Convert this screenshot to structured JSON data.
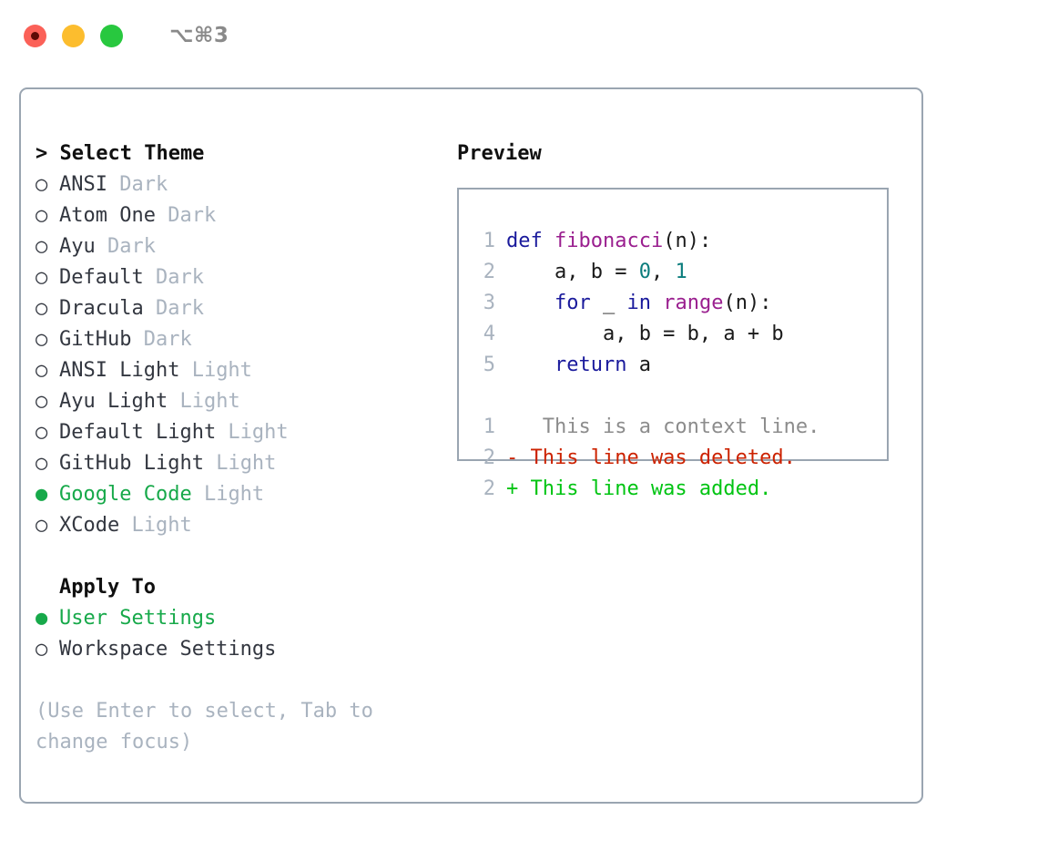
{
  "titlebar": {
    "shortcut": "⌥⌘3",
    "buttons": [
      {
        "name": "close",
        "color": "#fb6158"
      },
      {
        "name": "minimize",
        "color": "#fcbd2e"
      },
      {
        "name": "maximize",
        "color": "#28c83f"
      }
    ]
  },
  "theme_picker": {
    "header": "> Select Theme",
    "marker_empty": "○",
    "marker_filled": "●",
    "items": [
      {
        "name": "ANSI",
        "variant": "Dark",
        "selected": false
      },
      {
        "name": "Atom One",
        "variant": "Dark",
        "selected": false
      },
      {
        "name": "Ayu",
        "variant": "Dark",
        "selected": false
      },
      {
        "name": "Default",
        "variant": "Dark",
        "selected": false
      },
      {
        "name": "Dracula",
        "variant": "Dark",
        "selected": false
      },
      {
        "name": "GitHub",
        "variant": "Dark",
        "selected": false
      },
      {
        "name": "ANSI Light",
        "variant": "Light",
        "selected": false
      },
      {
        "name": "Ayu Light",
        "variant": "Light",
        "selected": false
      },
      {
        "name": "Default Light",
        "variant": "Light",
        "selected": false
      },
      {
        "name": "GitHub Light",
        "variant": "Light",
        "selected": false
      },
      {
        "name": "Google Code",
        "variant": "Light",
        "selected": true
      },
      {
        "name": "XCode",
        "variant": "Light",
        "selected": false
      }
    ]
  },
  "apply_to": {
    "header": "Apply To",
    "options": [
      {
        "name": "User Settings",
        "selected": true
      },
      {
        "name": "Workspace Settings",
        "selected": false
      }
    ]
  },
  "hint": "(Use Enter to select, Tab to change focus)",
  "preview": {
    "header": "Preview",
    "code_lines": [
      {
        "lineno": "1",
        "tokens": [
          {
            "t": "def",
            "c": "kw"
          },
          {
            "t": " ",
            "c": "plain"
          },
          {
            "t": "fibonacci",
            "c": "fn"
          },
          {
            "t": "(n):",
            "c": "punct"
          }
        ]
      },
      {
        "lineno": "2",
        "tokens": [
          {
            "t": "    a, b = ",
            "c": "plain"
          },
          {
            "t": "0",
            "c": "num"
          },
          {
            "t": ", ",
            "c": "plain"
          },
          {
            "t": "1",
            "c": "num"
          }
        ]
      },
      {
        "lineno": "3",
        "tokens": [
          {
            "t": "    ",
            "c": "plain"
          },
          {
            "t": "for",
            "c": "kw"
          },
          {
            "t": " _ ",
            "c": "plain"
          },
          {
            "t": "in",
            "c": "kw"
          },
          {
            "t": " ",
            "c": "plain"
          },
          {
            "t": "range",
            "c": "fn"
          },
          {
            "t": "(n):",
            "c": "punct"
          }
        ]
      },
      {
        "lineno": "4",
        "tokens": [
          {
            "t": "        a, b = b, a + b",
            "c": "plain"
          }
        ]
      },
      {
        "lineno": "5",
        "tokens": [
          {
            "t": "    ",
            "c": "plain"
          },
          {
            "t": "return",
            "c": "kw"
          },
          {
            "t": " a",
            "c": "plain"
          }
        ]
      }
    ],
    "diff_lines": [
      {
        "lineno": "1",
        "marker": " ",
        "text": "  This is a context line.",
        "kind": "diff-context"
      },
      {
        "lineno": "2",
        "marker": "-",
        "text": " This line was deleted.",
        "kind": "diff-del"
      },
      {
        "lineno": "2",
        "marker": "+",
        "text": " This line was added.",
        "kind": "diff-add"
      }
    ]
  },
  "colors": {
    "accent_green": "#17a94a",
    "border": "#9aa5b1",
    "muted": "#a9b3bf",
    "keyword": "#1a1a9c",
    "function": "#9a1f8f",
    "number": "#0b7d7d",
    "diff_add": "#00c412",
    "diff_del": "#cc2200"
  }
}
